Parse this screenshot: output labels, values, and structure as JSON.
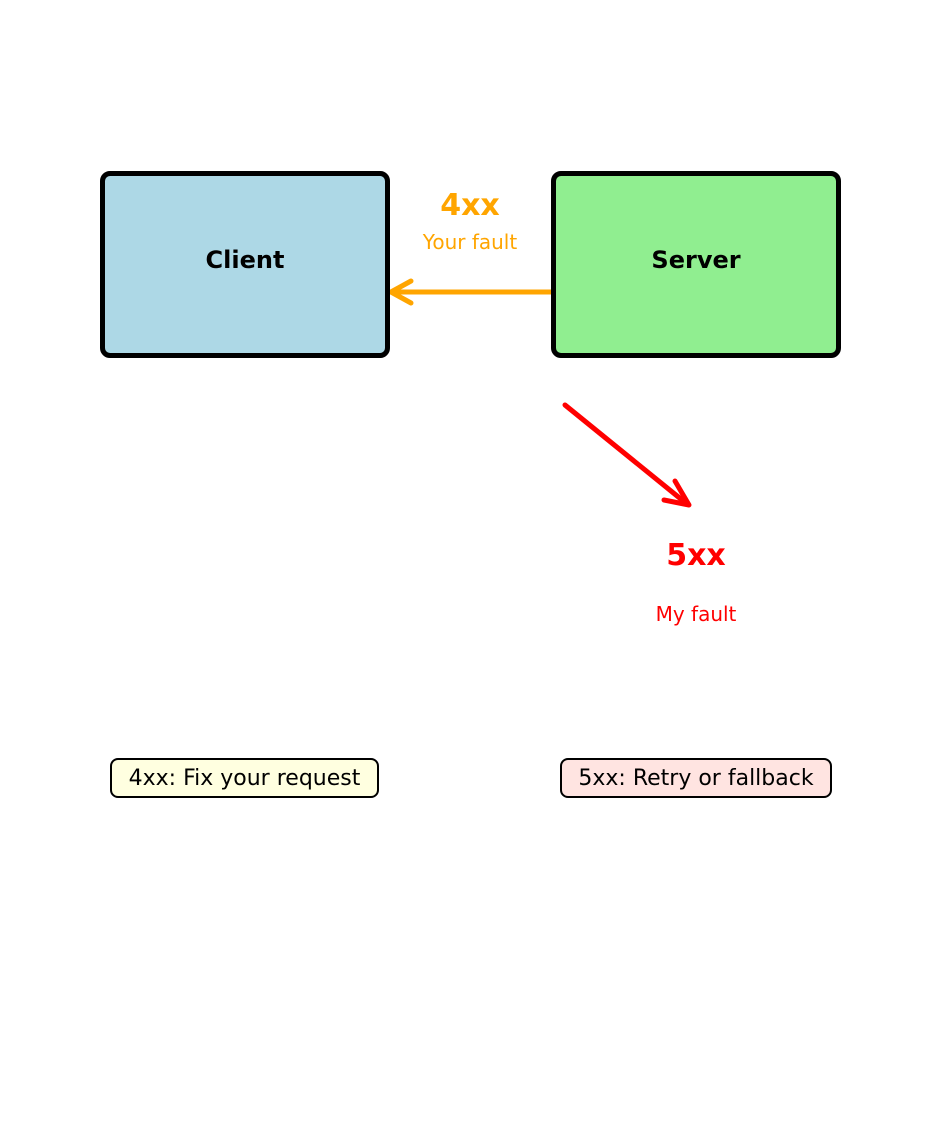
{
  "diagram": {
    "client": {
      "label": "Client",
      "fill": "#add8e6"
    },
    "server": {
      "label": "Server",
      "fill": "#90ee90"
    },
    "client_error": {
      "code": "4xx",
      "caption": "Your fault",
      "color": "#ffa500"
    },
    "server_error": {
      "code": "5xx",
      "caption": "My fault",
      "color": "#ff0000"
    },
    "notes": {
      "client_note": {
        "text": "4xx: Fix your request",
        "fill": "#ffffe0"
      },
      "server_note": {
        "text": "5xx: Retry or fallback",
        "fill": "#ffe4e1"
      }
    }
  }
}
